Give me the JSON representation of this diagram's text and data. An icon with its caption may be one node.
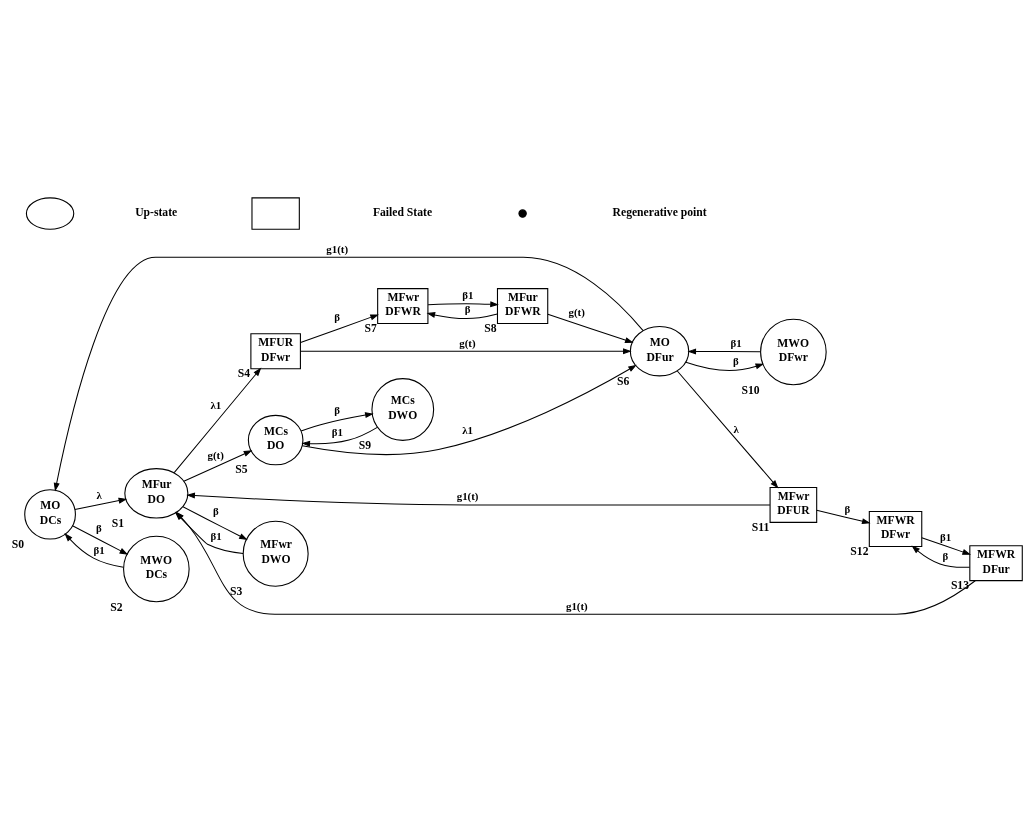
{
  "diagram": {
    "nodes": [
      {
        "text": [
          "MO",
          "DCs"
        ],
        "beside": [
          "S0"
        ]
      },
      {
        "text": [
          "MFur",
          "DO"
        ],
        "beside": [
          "S1"
        ]
      },
      {
        "text": [
          "MWO",
          "DCs"
        ],
        "beside": [
          "S2"
        ]
      },
      {
        "text": [
          "MFwr",
          "DWO"
        ],
        "beside": [
          "S3"
        ]
      },
      {
        "text": [
          "MFUR",
          "DFwr"
        ],
        "beside": [
          "S4"
        ]
      },
      {
        "text": [
          "MCs",
          "DO"
        ],
        "beside": [
          "S5"
        ]
      },
      {
        "text": [
          "MO",
          "DFur"
        ],
        "beside": [
          "S6"
        ]
      },
      {
        "text": [
          "MFwr",
          "DFWR"
        ],
        "beside": [
          "S7"
        ]
      },
      {
        "text": [
          "MFur",
          "DFWR"
        ],
        "beside": [
          "S8"
        ]
      },
      {
        "text": [
          "MCs",
          "DWO"
        ],
        "beside": [
          "S9"
        ]
      },
      {
        "text": [
          "MWO",
          "DFwr"
        ],
        "beside": [
          "S10"
        ]
      },
      {
        "text": [
          "MFwr",
          "DFUR"
        ],
        "beside": [
          "S11"
        ]
      },
      {
        "text": [
          "MFWR",
          "DFwr"
        ],
        "beside": [
          "S12"
        ]
      },
      {
        "text": [
          "MFWR",
          "DFur"
        ],
        "beside": [
          "S13"
        ]
      },
      {
        "text": [],
        "shape": "circle"
      },
      {
        "text": [],
        "shape": "box"
      },
      {
        "text": [],
        "shape": "dot"
      }
    ],
    "edges": [
      {
        "from": 0,
        "to": 2,
        "arrow": "to",
        "label": "β"
      },
      {
        "from": 2,
        "to": 0,
        "arrow": "to",
        "label": "β1"
      },
      {
        "from": 0,
        "to": 1,
        "arrow": "to",
        "label": "λ"
      },
      {
        "from": 1,
        "to": 3,
        "arrow": "to",
        "label": "β"
      },
      {
        "from": 3,
        "to": 1,
        "arrow": "to",
        "label": "β1"
      },
      {
        "from": 1,
        "to": 4,
        "arrow": "to",
        "label": "λ1"
      },
      {
        "from": 8,
        "to": 6,
        "arrow": "to",
        "label": "g(t)"
      },
      {
        "from": 4,
        "to": 7,
        "arrow": "to",
        "label": "β"
      },
      {
        "from": 8,
        "to": 7,
        "arrow": "to",
        "label": "β"
      },
      {
        "from": 7,
        "to": 8,
        "arrow": "to",
        "label": "β1"
      },
      {
        "from": 6,
        "to": 0,
        "arrow": "to",
        "label": "g1(t)"
      },
      {
        "from": 1,
        "to": 5,
        "arrow": "to",
        "label": "g(t)"
      },
      {
        "from": 13,
        "to": 1,
        "arrow": "to",
        "label": "g1(t)"
      },
      {
        "from": 4,
        "to": 6,
        "arrow": "to",
        "label": "g(t)"
      },
      {
        "from": 5,
        "to": 9,
        "arrow": "to",
        "label": "β"
      },
      {
        "from": 9,
        "to": 5,
        "arrow": "to",
        "label": "β1"
      },
      {
        "from": 5,
        "to": 6,
        "arrow": "to",
        "label": "λ1"
      },
      {
        "from": 6,
        "to": 10,
        "arrow": "to",
        "label": "β"
      },
      {
        "from": 10,
        "to": 6,
        "arrow": "to",
        "label": "β1"
      },
      {
        "from": 11,
        "to": 1,
        "arrow": "to",
        "label": "g1(t)"
      },
      {
        "from": 6,
        "to": 11,
        "arrow": "to",
        "label": "λ"
      },
      {
        "from": 11,
        "to": 12,
        "arrow": "to",
        "label": "β"
      },
      {
        "from": 13,
        "to": 12,
        "arrow": "to",
        "label": "β"
      },
      {
        "from": 12,
        "to": 13,
        "arrow": "to",
        "label": "β1"
      }
    ],
    "legend": [
      {
        "text": "Up-state"
      },
      {
        "text": "Failed State"
      },
      {
        "text": "Regenerative point"
      }
    ]
  }
}
